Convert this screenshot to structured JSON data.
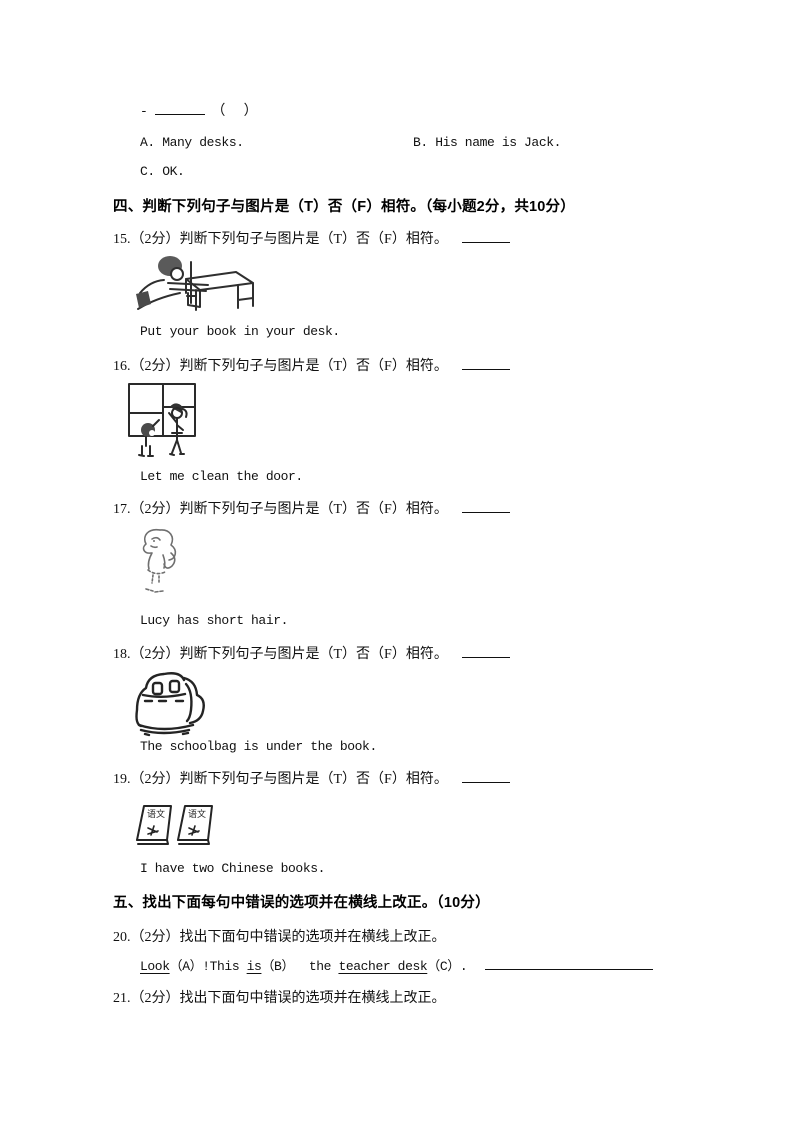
{
  "exchange": {
    "dash": "-",
    "bracket": "（      ）",
    "options": {
      "a": "A. Many desks.",
      "b": "B. His name is Jack.",
      "c": "C. OK."
    }
  },
  "section4": {
    "heading": "四、判断下列句子与图片是（T）否（F）相符。（每小题2分，共10分）",
    "questions": [
      {
        "prompt": "15.（2分）判断下列句子与图片是（T）否（F）相符。",
        "sentence": "Put your book in your desk.",
        "figure": "boy-putting-book-in-desk"
      },
      {
        "prompt": "16.（2分）判断下列句子与图片是（T）否（F）相符。",
        "sentence": "Let me clean the door.",
        "figure": "kids-cleaning-window"
      },
      {
        "prompt": "17.（2分）判断下列句子与图片是（T）否（F）相符。",
        "sentence": "Lucy has short hair.",
        "figure": "girl-with-long-hair"
      },
      {
        "prompt": "18.（2分）判断下列句子与图片是（T）否（F）相符。",
        "sentence": "The schoolbag is under the book.",
        "figure": "schoolbag"
      },
      {
        "prompt": "19.（2分）判断下列句子与图片是（T）否（F）相符。",
        "sentence": "I have two Chinese books.",
        "figure": "two-chinese-textbooks"
      }
    ]
  },
  "section5": {
    "heading": "五、找出下面每句中错误的选项并在横线上改正。（10分）",
    "q20": {
      "prompt": "20.（2分）找出下面句中错误的选项并在横线上改正。",
      "parts": [
        {
          "text": "Look",
          "underlined": true
        },
        {
          "text": "（A）!This ",
          "underlined": false
        },
        {
          "text": "is",
          "underlined": true
        },
        {
          "text": "（B）  the ",
          "underlined": false
        },
        {
          "text": "teacher desk",
          "underlined": true
        },
        {
          "text": "（C）. ",
          "underlined": false
        }
      ]
    },
    "q21": {
      "prompt": "21.（2分）找出下面句中错误的选项并在横线上改正。"
    }
  },
  "figures": {
    "book_cover_label": "语文"
  }
}
